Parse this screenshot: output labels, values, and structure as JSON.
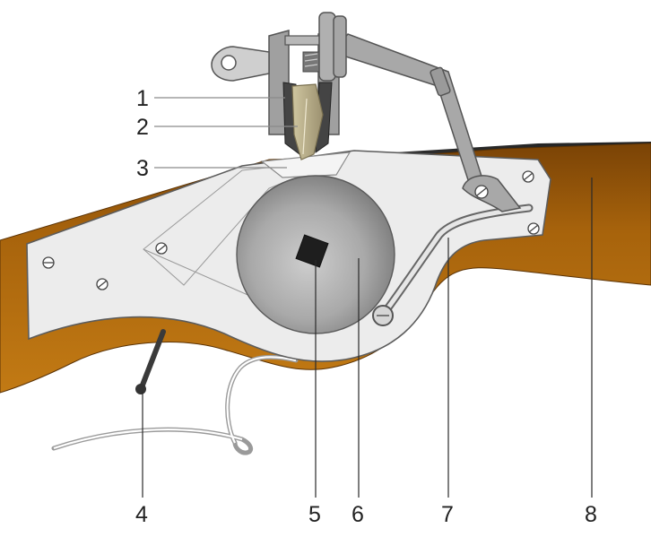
{
  "labels": {
    "l1": "1",
    "l2": "2",
    "l3": "3",
    "l4": "4",
    "l5": "5",
    "l6": "6",
    "l7": "7",
    "l8": "8"
  },
  "colors": {
    "stock_light": "#b8700e",
    "stock_dark": "#6a3a05",
    "barrel_dark": "#2e2e2e",
    "barrel_light": "#555555",
    "lockplate": "#ececec",
    "wheel_light": "#c8c8c8",
    "wheel_dark": "#6a6a6a",
    "pyrite": "#b9ae88",
    "outline": "#5c5c5c"
  }
}
